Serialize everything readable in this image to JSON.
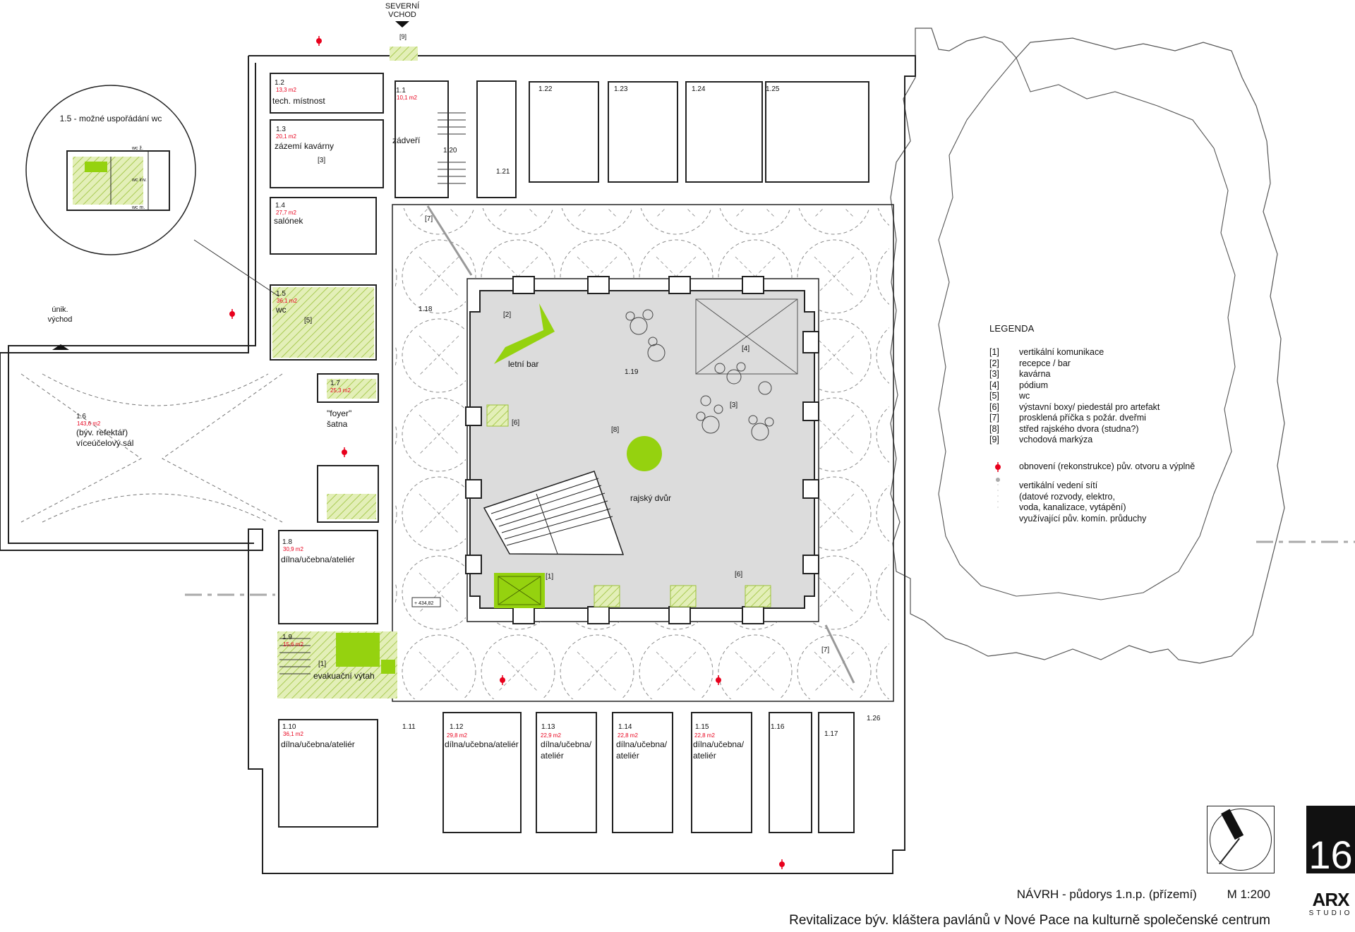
{
  "north_entrance": {
    "line1": "SEVERNÍ",
    "line2": "VCHOD",
    "ref": "[9]"
  },
  "emergency_exit": {
    "line1": "únik.",
    "line2": "východ"
  },
  "inset": {
    "title": "1.5 - možné uspořádání wc",
    "labels": {
      "wc_z": "wc ž.",
      "wc_inv": "wc inv.",
      "wc_m": "wc m."
    }
  },
  "rooms": {
    "r1_1": {
      "num": "1.1",
      "area": "10,1 m2",
      "name": "zádveří"
    },
    "r1_2": {
      "num": "1.2",
      "area": "13,3 m2",
      "name": "tech. místnost"
    },
    "r1_3": {
      "num": "1.3",
      "area": "20,1 m2",
      "name": "zázemí kavárny",
      "ref": "[3]"
    },
    "r1_4": {
      "num": "1.4",
      "area": "27,7 m2",
      "name": "salónek"
    },
    "r1_5": {
      "num": "1.5",
      "area": "36,1 m2",
      "name": "wc",
      "ref": "[5]"
    },
    "r1_6": {
      "num": "1.6",
      "area": "143,6 m2",
      "name1": "(býv. refektář)",
      "name2": "víceúčelový sál"
    },
    "r1_7": {
      "num": "1.7",
      "area": "25,3 m2",
      "name1": "\"foyer\"",
      "name2": "šatna"
    },
    "r1_8": {
      "num": "1.8",
      "area": "30,9 m2",
      "name": "dílna/učebna/ateliér"
    },
    "r1_9": {
      "num": "1.9",
      "area": "15,6 m2",
      "name": "evakuační výtah",
      "ref": "[1]"
    },
    "r1_10": {
      "num": "1.10",
      "area": "36,1 m2",
      "name": "dílna/učebna/ateliér"
    },
    "r1_11": {
      "num": "1.11"
    },
    "r1_12": {
      "num": "1.12",
      "area": "29,8 m2",
      "name": "dílna/učebna/ateliér"
    },
    "r1_13": {
      "num": "1.13",
      "area": "22,9 m2",
      "name1": "dílna/učebna/",
      "name2": "ateliér"
    },
    "r1_14": {
      "num": "1.14",
      "area": "22,8 m2",
      "name1": "dílna/učebna/",
      "name2": "ateliér"
    },
    "r1_15": {
      "num": "1.15",
      "area": "22,8 m2",
      "name1": "dílna/učebna/",
      "name2": "ateliér"
    },
    "r1_16": {
      "num": "1.16"
    },
    "r1_17": {
      "num": "1.17"
    },
    "r1_18": {
      "num": "1.18"
    },
    "r1_19": {
      "num": "1.19"
    },
    "r1_20": {
      "num": "1.20"
    },
    "r1_21": {
      "num": "1.21"
    },
    "r1_22": {
      "num": "1.22"
    },
    "r1_23": {
      "num": "1.23"
    },
    "r1_24": {
      "num": "1.24"
    },
    "r1_25": {
      "num": "1.25"
    },
    "r1_26": {
      "num": "1.26"
    }
  },
  "courtyard": {
    "summer_bar": "letní bar",
    "name": "rajský dvůr",
    "refs": {
      "bar": "[2]",
      "podium": "[4]",
      "cafe": "[3]",
      "boxes": "[6]",
      "center": "[8]",
      "lift": "[1]",
      "glass1": "[7]",
      "glass2": "[7]"
    }
  },
  "elevation": "+ 434,82",
  "legend": {
    "title": "LEGENDA",
    "items": [
      {
        "key": "[1]",
        "text": "vertikální komunikace"
      },
      {
        "key": "[2]",
        "text": "recepce / bar"
      },
      {
        "key": "[3]",
        "text": "kavárna"
      },
      {
        "key": "[4]",
        "text": "pódium"
      },
      {
        "key": "[5]",
        "text": "wc"
      },
      {
        "key": "[6]",
        "text": "výstavní boxy/ piedestál pro artefakt"
      },
      {
        "key": "[7]",
        "text": "prosklená příčka s požár. dveřmi"
      },
      {
        "key": "[8]",
        "text": "střed rajského dvora (studna?)"
      },
      {
        "key": "[9]",
        "text": "vchodová markýza"
      }
    ],
    "restore": "obnovení (rekonstrukce) pův. otvoru a výplně",
    "vertical": [
      "vertikální vedení sítí",
      "(datové rozvody, elektro,",
      "voda, kanalizace, vytápění)",
      "využívající pův. komín. průduchy"
    ]
  },
  "title_block": {
    "title": "NÁVRH - půdorys 1.n.p. (přízemí)",
    "scale": "M 1:200",
    "subtitle": "Revitalizace býv. kláštera pavlánů v Nové Pace na kulturně společenské centrum",
    "sheet": "16",
    "logo1": "ARX",
    "logo2": "STUDIO"
  },
  "colors": {
    "accent": "#95d20f",
    "hatch": "#c9dc8a",
    "restore": "#e8001c",
    "court": "#dcdcdc",
    "wall": "#222222"
  }
}
